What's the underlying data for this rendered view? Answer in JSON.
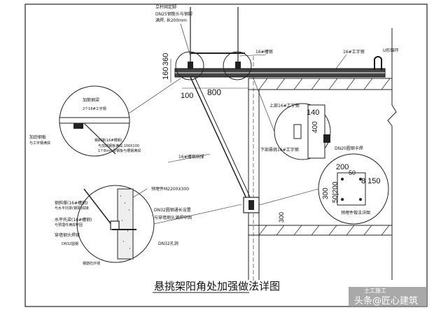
{
  "title": "悬挑架阳角处加强做法详图",
  "watermark": {
    "top_text": "土工施工",
    "main_text": "头条@匠心建筑"
  },
  "labels": {
    "pole_fix": "立杆固定脚",
    "pole_weld": "DN25钢筋头与钢脚",
    "pole_weld2": "满焊, 长200mm",
    "channel16_top": "16#槽钢",
    "ibeam16": "16#工字钢",
    "u_anchor": "U形锚环",
    "channel16_brace": "16#槽钢斜撑",
    "upper_ibeam": "上部16#工字钢",
    "lower_ibeam": "下部悬挑16#工字钢",
    "dn20_card": "DN20圆钢卡焊",
    "embed_detail": "预埋件做法详图",
    "embed_plate": "预埋件M2200X300",
    "dn32_pipe": "DN32圆钢通长设置",
    "dn32_pipe2": "与穿墙钢头满焊牢固",
    "dn32_hole": "DN32孔洞",
    "reinf_beam": "加劲钢板",
    "reinf_beam2": "与工字钢满焊",
    "gusset": "加筋钢梁",
    "gusset2": "2个16#工字钢",
    "inclined": "钢斜撑(16#槽钢)",
    "inclined2": "与加劲钢板满焊,100X100",
    "inclined3": "1个8mm厚钢板与槽钢满焊",
    "steel_brace": "钢斜撑(16#槽钢)",
    "steel_brace2": "与水平托梁(钢梁)焊接",
    "horiz_beam": "水平托梁(16#槽钢)",
    "horiz_beam2": "与预埋件满焊牢固",
    "pierce_steel": "穿墙钢头焊接",
    "pierce_steel2": "DN32圆钢",
    "outer_wall": "钢筋砼外墙"
  },
  "dimensions": {
    "d160": "160",
    "d360": "360",
    "d100": "100",
    "d800": "800",
    "d140": "140",
    "d400": "400",
    "d200": "200",
    "d50": "50",
    "d150": "8 150",
    "d300": "300",
    "d50_200": "50|200",
    "d300b": "300"
  }
}
